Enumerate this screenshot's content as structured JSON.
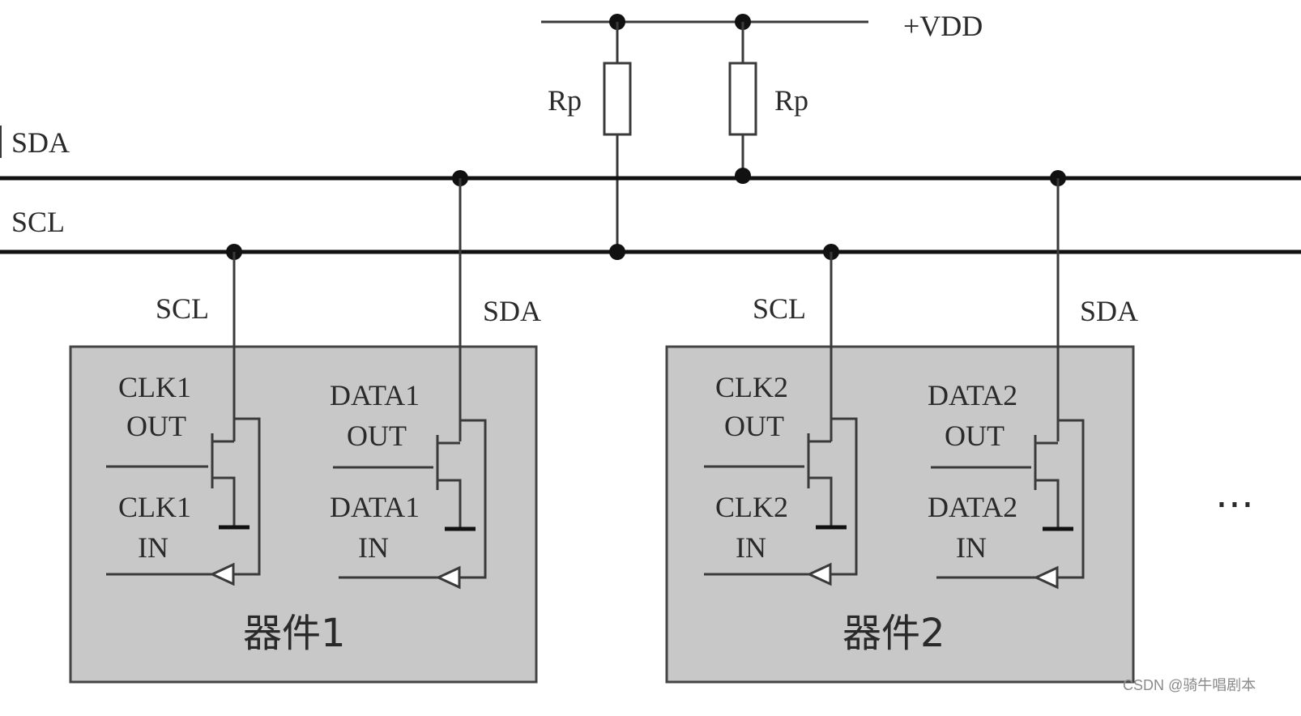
{
  "power": {
    "label": "+VDD"
  },
  "resistors": [
    {
      "label": "Rp"
    },
    {
      "label": "Rp"
    }
  ],
  "bus": {
    "sda_label": "SDA",
    "scl_label": "SCL"
  },
  "devices": [
    {
      "name": "器件1",
      "scl_pin": "SCL",
      "sda_pin": "SDA",
      "clk_out": [
        "CLK1",
        "OUT"
      ],
      "clk_in": [
        "CLK1",
        "IN"
      ],
      "data_out": [
        "DATA1",
        "OUT"
      ],
      "data_in": [
        "DATA1",
        "IN"
      ]
    },
    {
      "name": "器件2",
      "scl_pin": "SCL",
      "sda_pin": "SDA",
      "clk_out": [
        "CLK2",
        "OUT"
      ],
      "clk_in": [
        "CLK2",
        "IN"
      ],
      "data_out": [
        "DATA2",
        "OUT"
      ],
      "data_in": [
        "DATA2",
        "IN"
      ]
    }
  ],
  "ellipsis": "…",
  "watermark": "CSDN @骑牛唱剧本",
  "colors": {
    "device_fill": "#c8c8c8",
    "wire": "#3a3a3a",
    "background": "#ffffff"
  }
}
